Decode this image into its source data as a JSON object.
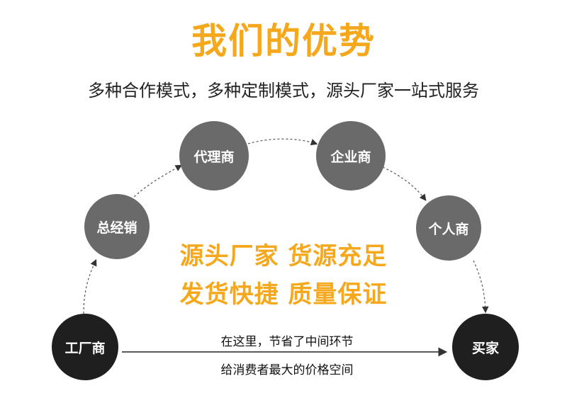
{
  "title": "我们的优势",
  "subtitle": "多种合作模式，多种定制模式，源头厂家一站式服务",
  "nodes": {
    "agent": "代理商",
    "enterprise": "企业商",
    "distributor": "总经销",
    "individual": "个人商",
    "factory": "工厂商",
    "buyer": "买家"
  },
  "slogans": {
    "line1": "源头厂家  货源充足",
    "line2": "发货快捷  质量保证"
  },
  "arrow_text": {
    "line1": "在这里，节省了中间环节",
    "line2": "给消费者最大的价格空间"
  },
  "colors": {
    "accent": "#f5a81c",
    "node_gray": "#6a6a6a",
    "node_dark": "#1f1f1f"
  }
}
